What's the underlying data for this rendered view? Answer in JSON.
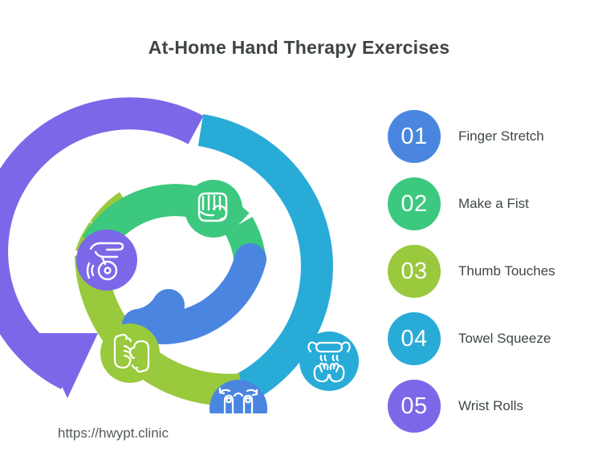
{
  "page": {
    "title": "At-Home Hand Therapy Exercises",
    "url": "https://hwypt.clinic",
    "background": "#ffffff",
    "title_color": "#3f4444"
  },
  "legend": {
    "items": [
      {
        "number": "01",
        "label": "Finger Stretch",
        "color": "#4a86e0",
        "icon": "finger-stretch-icon"
      },
      {
        "number": "02",
        "label": "Make a Fist",
        "color": "#3cc87e",
        "icon": "fist-icon"
      },
      {
        "number": "03",
        "label": "Thumb Touches",
        "color": "#99c93c",
        "icon": "thumb-touch-icon"
      },
      {
        "number": "04",
        "label": "Towel Squeeze",
        "color": "#29abd8",
        "icon": "towel-squeeze-icon"
      },
      {
        "number": "05",
        "label": "Wrist Rolls",
        "color": "#7b68e8",
        "icon": "wrist-roll-icon"
      }
    ]
  },
  "diagram": {
    "type": "spiral-process",
    "direction": "inside-out",
    "arrowhead": "bottom-left",
    "segments": [
      {
        "number": "01",
        "label": "Finger Stretch",
        "color": "#4a86e0",
        "ring": "inner",
        "icon": "finger-stretch-icon"
      },
      {
        "number": "02",
        "label": "Make a Fist",
        "color": "#3cc87e",
        "ring": "inner",
        "icon": "fist-icon"
      },
      {
        "number": "03",
        "label": "Thumb Touches",
        "color": "#99c93c",
        "ring": "middle",
        "icon": "thumb-touch-icon"
      },
      {
        "number": "04",
        "label": "Towel Squeeze",
        "color": "#29abd8",
        "ring": "middle",
        "icon": "towel-squeeze-icon"
      },
      {
        "number": "05",
        "label": "Wrist Rolls",
        "color": "#7b68e8",
        "ring": "outer",
        "icon": "wrist-roll-icon"
      }
    ]
  }
}
